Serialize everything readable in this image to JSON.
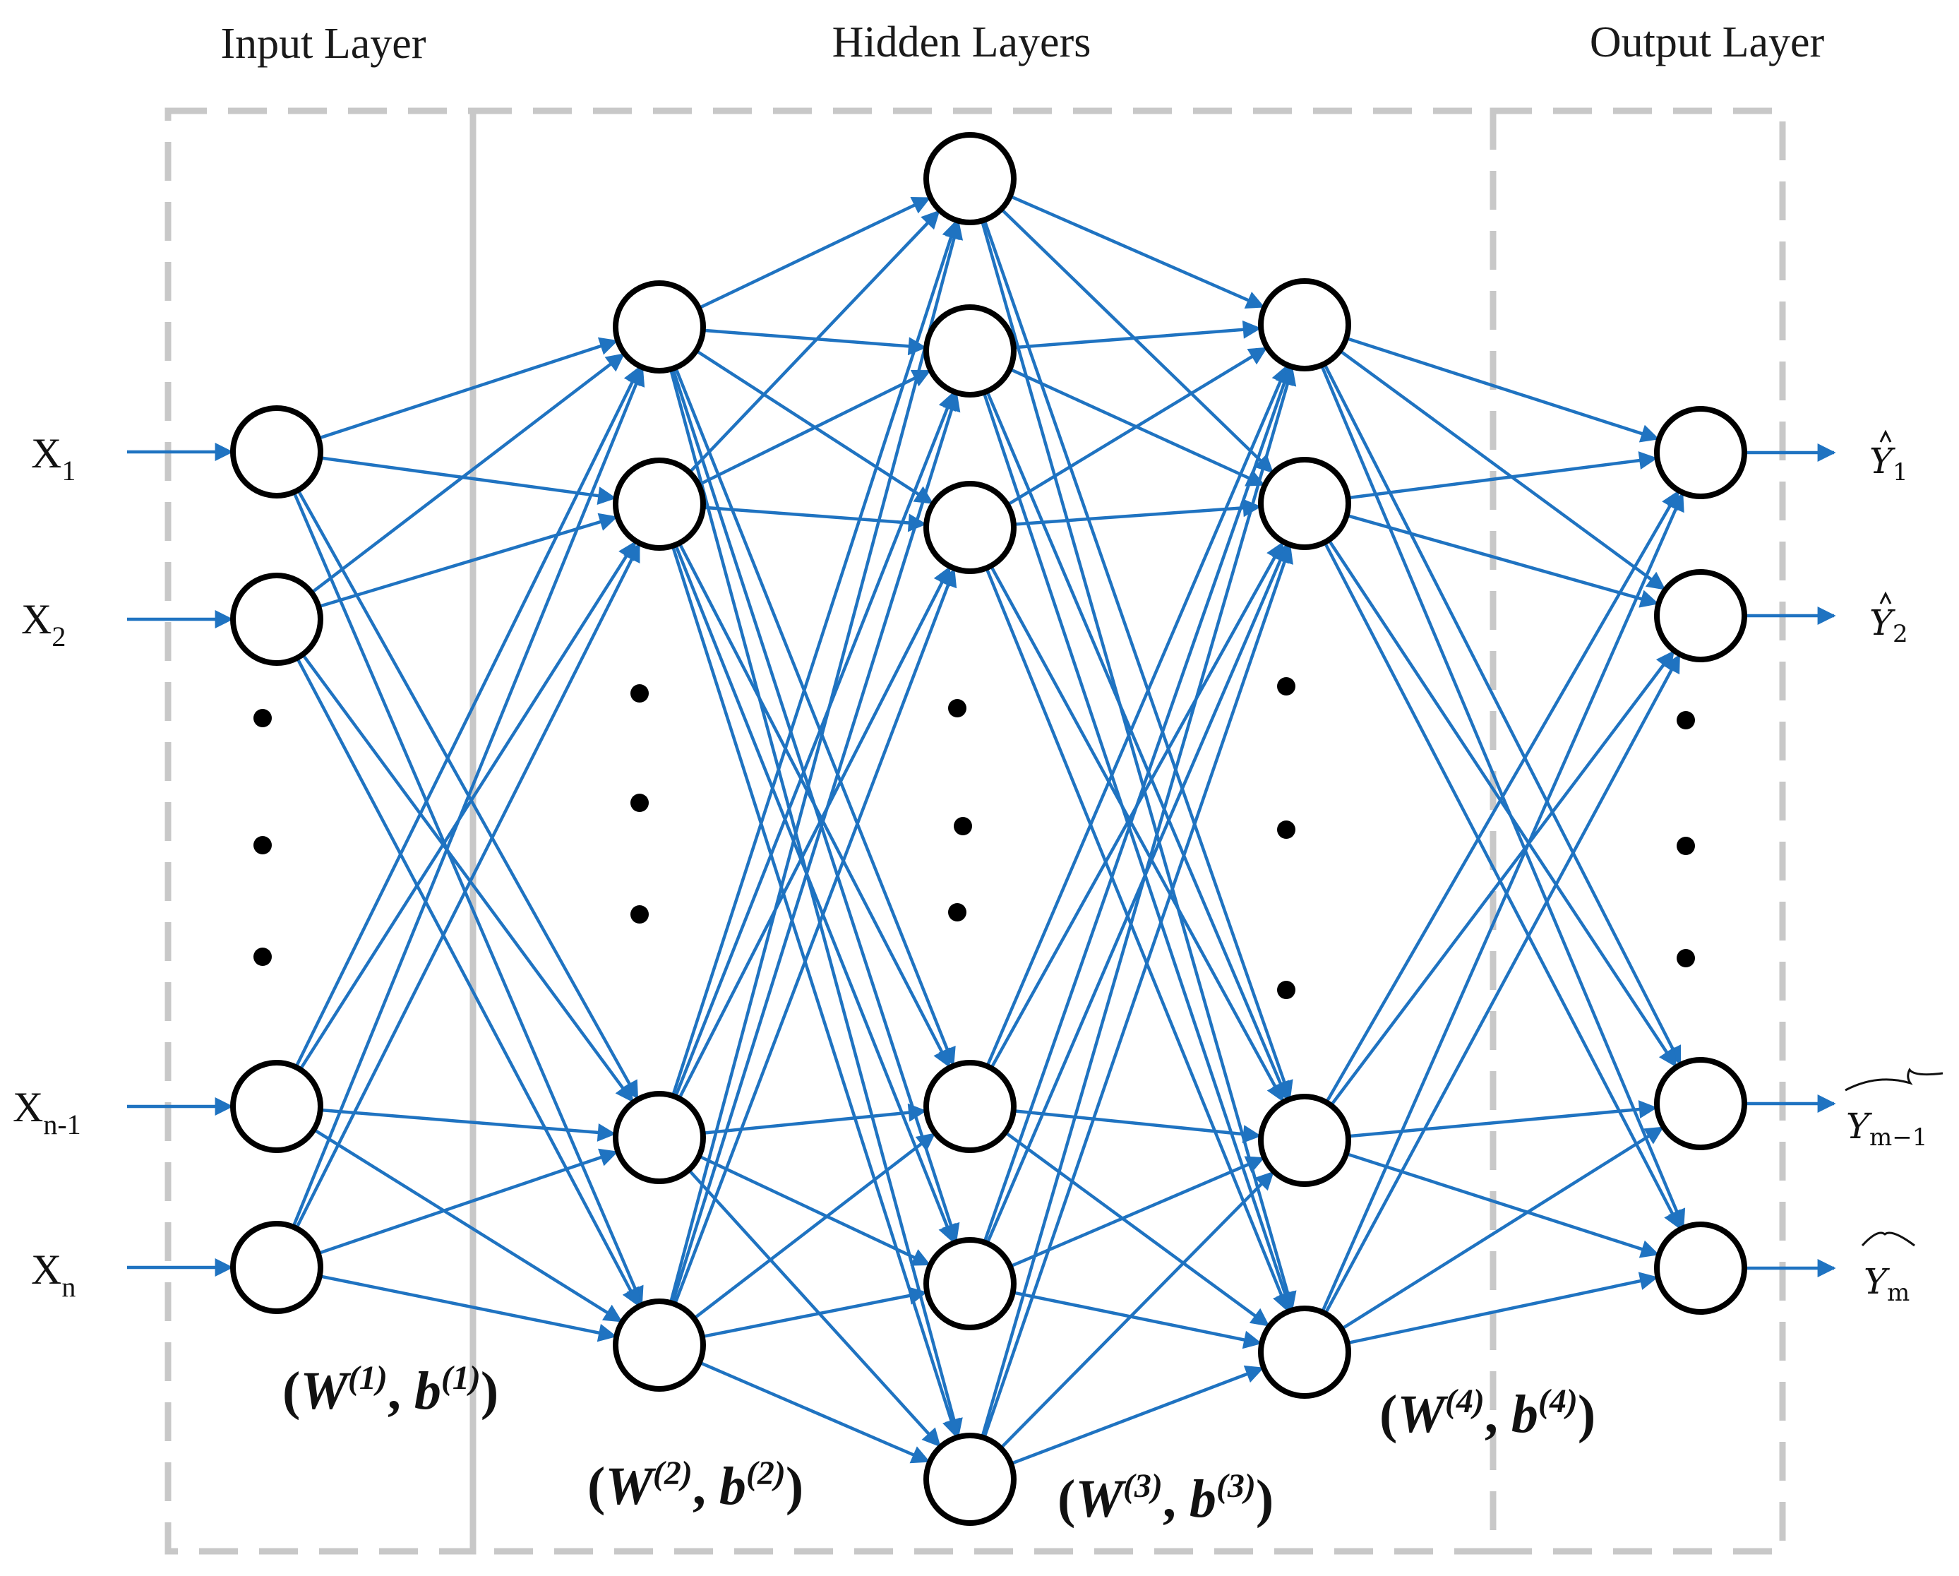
{
  "layer_titles": {
    "input": "Input Layer",
    "hidden": "Hidden Layers",
    "output": "Output Layer"
  },
  "inputs": [
    {
      "base": "X",
      "sub": "1"
    },
    {
      "base": "X",
      "sub": "2"
    },
    {
      "base": "X",
      "sub": "n-1"
    },
    {
      "base": "X",
      "sub": "n"
    }
  ],
  "outputs": [
    {
      "base": "Y",
      "sub": "1"
    },
    {
      "base": "Y",
      "sub": "2"
    },
    {
      "base": "Y",
      "sub": "m−1"
    },
    {
      "base": "Y",
      "sub": "m"
    }
  ],
  "weights": [
    {
      "w": "W",
      "b": "b",
      "idx": "(1)"
    },
    {
      "w": "W",
      "b": "b",
      "idx": "(2)"
    },
    {
      "w": "W",
      "b": "b",
      "idx": "(3)"
    },
    {
      "w": "W",
      "b": "b",
      "idx": "(4)"
    }
  ],
  "colors": {
    "edge": "#1f73c1",
    "node_stroke": "#000000",
    "box": "#c8c8c8"
  }
}
